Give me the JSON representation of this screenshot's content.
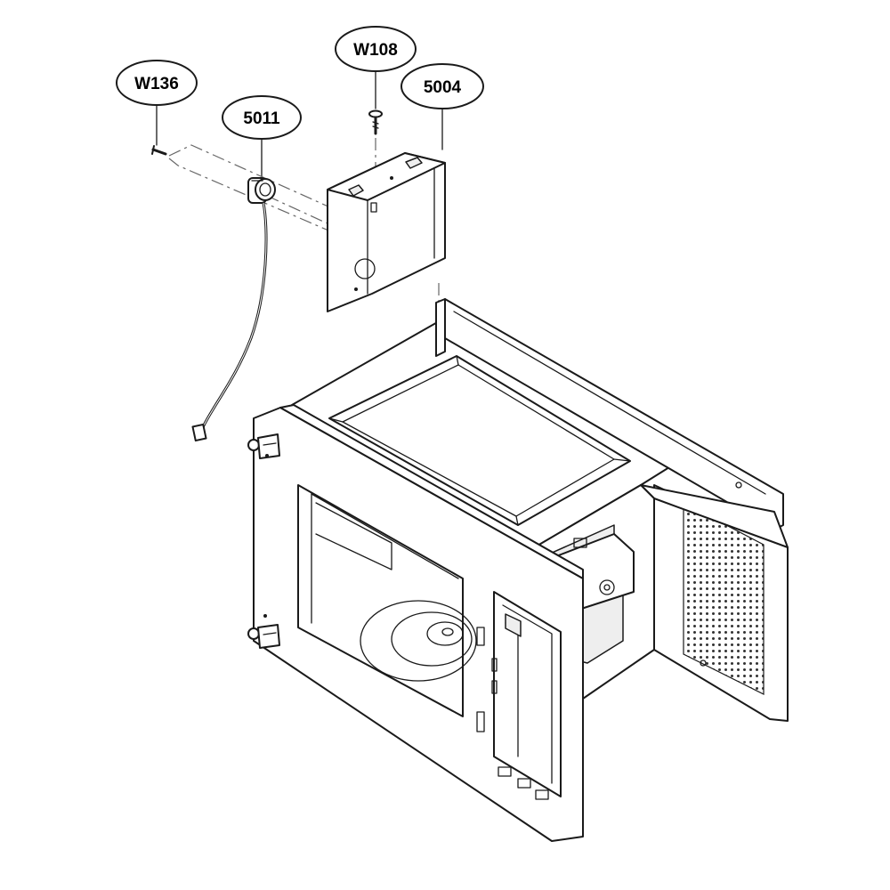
{
  "callouts": [
    {
      "id": "W136",
      "label": "W136"
    },
    {
      "id": "5011",
      "label": "5011"
    },
    {
      "id": "W108",
      "label": "W108"
    },
    {
      "id": "5004",
      "label": "5004"
    }
  ],
  "colors": {
    "line": "#1a1a1a",
    "background": "#ffffff",
    "shade": "#eeeeee"
  }
}
